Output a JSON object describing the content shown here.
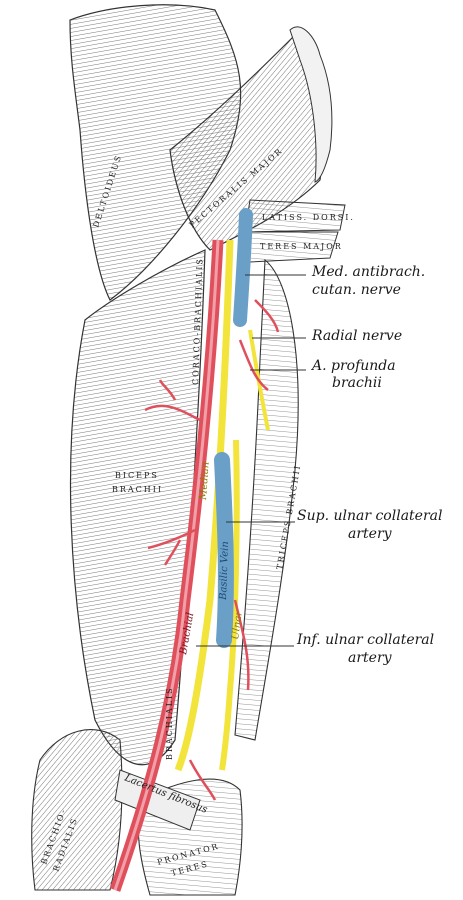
{
  "labels": {
    "med_antibrach": [
      "Med. antibrach.",
      "cutan. nerve"
    ],
    "radial_nerve": "Radial nerve",
    "profunda": [
      "A. profunda",
      "brachii"
    ],
    "sup_ulnar": [
      "Sup. ulnar collateral",
      "artery"
    ],
    "inf_ulnar": [
      "Inf. ulnar collateral",
      "artery"
    ]
  },
  "muscles": {
    "deltoideus": "DELTOIDEUS",
    "pectoralis_major": "PECTORALIS MAJOR",
    "latissimus_dorsi": "LATISS. DORSI.",
    "teres_major": "TERES MAJOR",
    "coraco_brachialis": "CORACO-BRACHIALIS",
    "biceps": [
      "BICEPS",
      "BRACHII"
    ],
    "triceps": "TRICEPS BRACHII",
    "brachialis": "BRACHIALIS",
    "brachio_radialis": [
      "BRACHIO-",
      "RADIALIS"
    ],
    "pronator_teres": [
      "PRONATOR",
      "TERES"
    ]
  },
  "vessels": {
    "median": "Median",
    "basilic_vein": "Basilic Vein",
    "ulnar": "Ulnar",
    "brachial": "Brachial",
    "lacertus": "Lacertus fibrosus"
  },
  "colors": {
    "artery": "#e0505c",
    "artery_light": "#f0a0a8",
    "vein": "#6aa0c8",
    "nerve": "#f2e43a",
    "ink": "#2a2a2a"
  }
}
